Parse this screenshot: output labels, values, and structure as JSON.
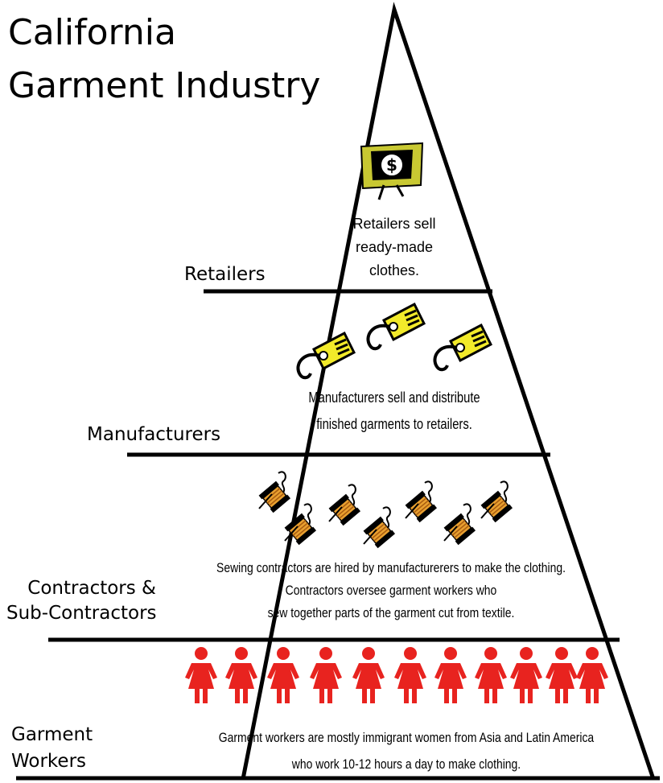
{
  "title": {
    "line1": "California",
    "line2": "Garment Industry"
  },
  "tiers": [
    {
      "label": "Retailers",
      "icon": "money-bill-icon",
      "description": [
        "Retailers sell",
        "ready-made",
        "clothes."
      ]
    },
    {
      "label": "Manufacturers",
      "icon": "price-tag-icon",
      "description": [
        "Manufacturers  sell and distribute",
        "finished garments to retailers."
      ]
    },
    {
      "label_lines": [
        "Contractors &",
        "Sub-Contractors"
      ],
      "icon": "thread-spool-icon",
      "description": [
        "Sewing contractors are hired by manufacturerers to make the clothing.",
        "Contractors oversee garment workers who",
        "sew together parts of the garment cut from textile."
      ]
    },
    {
      "label_lines": [
        "Garment",
        "Workers"
      ],
      "icon": "woman-figure-icon",
      "description": [
        "Garment workers  are mostly immigrant women from Asia and Latin America",
        "who work 10-12 hours a day to make clothing."
      ]
    }
  ],
  "colors": {
    "outline": "#000000",
    "bill": "#c8c832",
    "tag": "#f2ea2a",
    "spool": "#e8a030",
    "worker": "#e8231f"
  }
}
